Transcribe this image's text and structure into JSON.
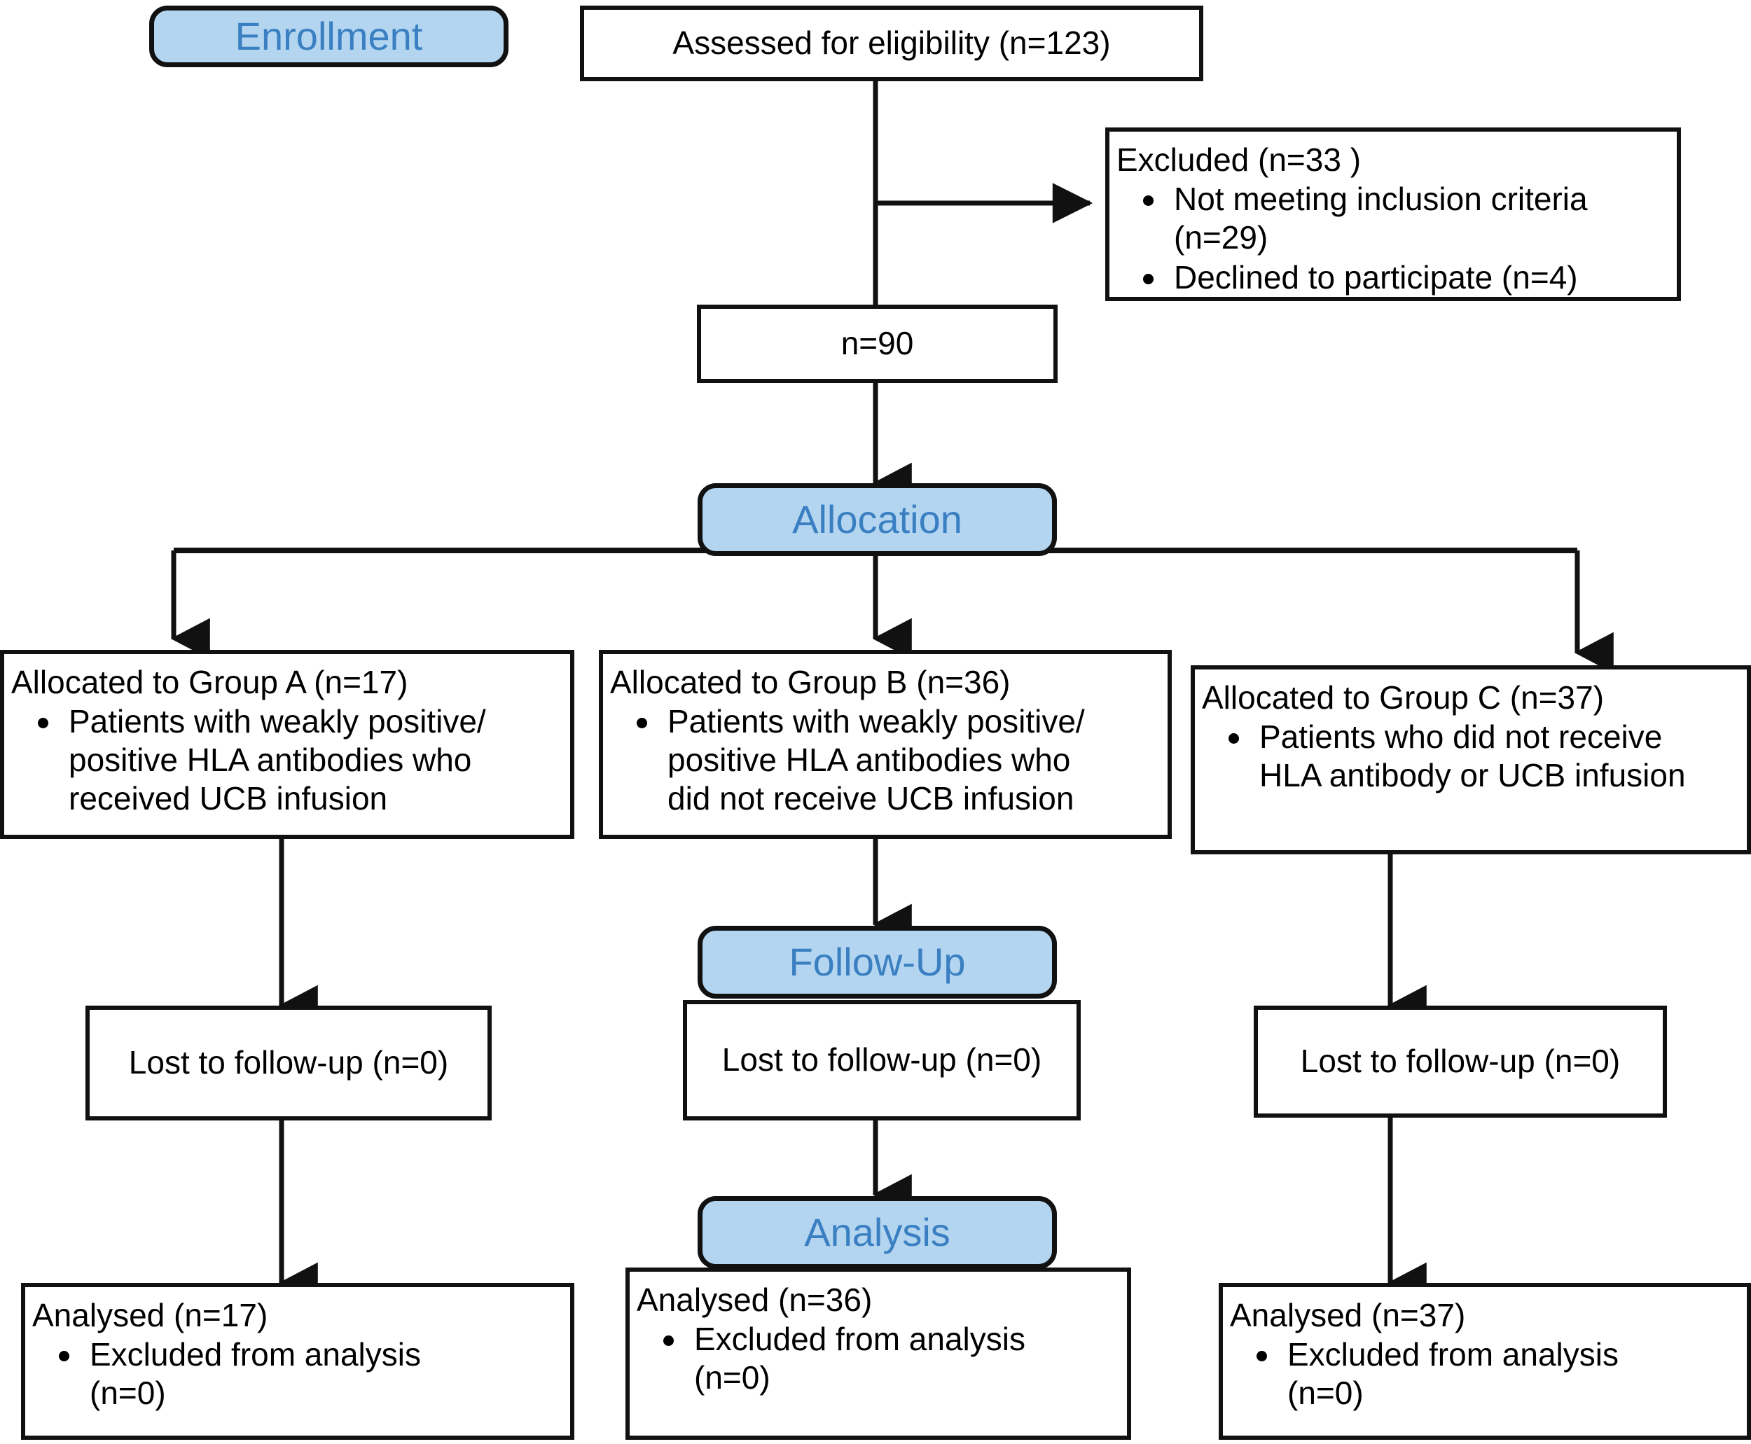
{
  "diagram": {
    "title": "CONSORT participant flow diagram",
    "colors": {
      "badge_fill": "#b3d5f0",
      "badge_text": "#3a7fc1",
      "box_border": "#111111",
      "box_fill": "#ffffff",
      "text": "#000000"
    }
  },
  "badges": {
    "enrollment": "Enrollment",
    "allocation": "Allocation",
    "follow_up": "Follow-Up",
    "analysis": "Analysis"
  },
  "enrollment": {
    "assessed": "Assessed for eligibility (n=123)",
    "excluded_heading": "Excluded (n=33 )",
    "excluded_bullets": [
      "Not meeting inclusion criteria\n(n=29)",
      "Declined to participate (n=4)"
    ],
    "randomized": "n=90"
  },
  "allocation": {
    "groups": [
      {
        "heading": "Allocated to Group A (n=17)",
        "bullets": [
          "Patients with weakly positive/\npositive HLA antibodies who\nreceived UCB infusion"
        ]
      },
      {
        "heading": "Allocated to Group B (n=36)",
        "bullets": [
          "Patients with weakly positive/\npositive HLA antibodies who\ndid not receive UCB infusion"
        ]
      },
      {
        "heading": "Allocated to Group C (n=37)",
        "bullets": [
          "Patients who did not receive\nHLA antibody or UCB infusion"
        ]
      }
    ]
  },
  "follow_up": {
    "groups": [
      {
        "text": "Lost to follow-up (n=0)"
      },
      {
        "text": "Lost to follow-up (n=0)"
      },
      {
        "text": "Lost to follow-up (n=0)"
      }
    ]
  },
  "analysis": {
    "groups": [
      {
        "heading": "Analysed (n=17)",
        "bullets": [
          "Excluded from analysis\n(n=0)"
        ]
      },
      {
        "heading": "Analysed (n=36)",
        "bullets": [
          "Excluded from analysis\n(n=0)"
        ]
      },
      {
        "heading": "Analysed (n=37)",
        "bullets": [
          "Excluded from analysis\n(n=0)"
        ]
      }
    ]
  }
}
